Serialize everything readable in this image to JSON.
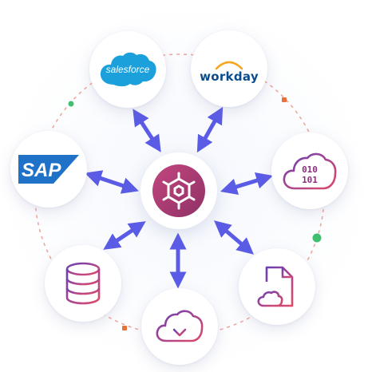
{
  "nodes": {
    "salesforce": {
      "label": "salesforce",
      "icon": "salesforce-logo",
      "color": "#1ba0db"
    },
    "workday": {
      "label": "workday",
      "icon": "workday-logo",
      "color": "#0a4d8c",
      "accent": "#f5a623"
    },
    "sap": {
      "label": "SAP",
      "icon": "sap-logo",
      "color": "#1f72c8"
    },
    "cloud_binary": {
      "line1": "010",
      "line2": "101",
      "icon": "cloud-binary-icon"
    },
    "file_cloud": {
      "icon": "file-cloud-icon"
    },
    "cloud_download": {
      "icon": "cloud-download-icon"
    },
    "database": {
      "icon": "database-icon"
    },
    "hub": {
      "icon": "hub-gear-icon",
      "color": "#b03f73"
    }
  },
  "colors": {
    "arrow": "#5b5ce6",
    "orbit": "#f0a39a",
    "icon_gradient_start": "#6a3fb5",
    "icon_gradient_end": "#e04a6a",
    "green_dot": "#3fbf6f",
    "orange_dot": "#e8703a"
  }
}
